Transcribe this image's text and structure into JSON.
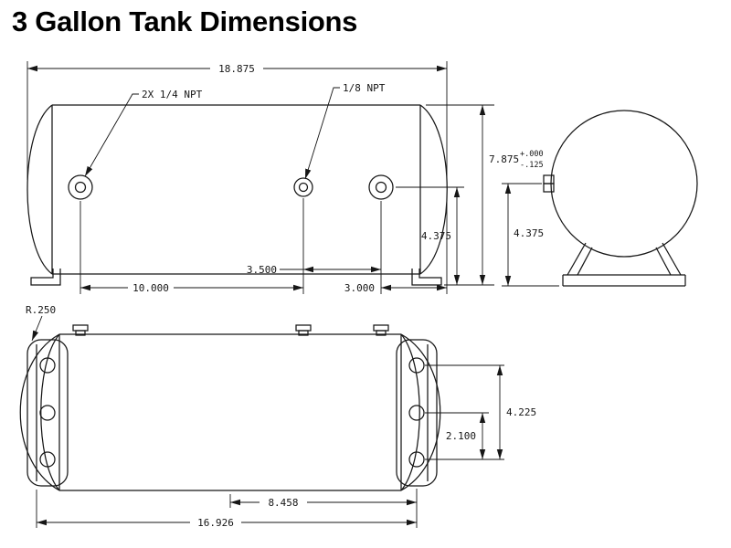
{
  "title": "3 Gallon Tank Dimensions",
  "colors": {
    "line": "#161616",
    "background": "#ffffff"
  },
  "side_view": {
    "callouts": {
      "quarter_npt_ports": "2X 1/4 NPT",
      "eighth_npt_port": "1/8 NPT"
    },
    "dimensions": {
      "overall_length": "18.875",
      "overall_height": "7.875",
      "overall_height_tol_upper": "+.000",
      "overall_height_tol_lower": "-.125",
      "port_centerline_to_base": "4.375",
      "left_port_to_mid_port": "10.000",
      "mid_port_to_right_port": "3.500",
      "right_port_to_tank_end": "3.000"
    }
  },
  "end_view": {
    "dimensions": {
      "centerline_to_base": "4.375"
    }
  },
  "bottom_view": {
    "callouts": {
      "bracket_corner_radius": "R.250"
    },
    "dimensions": {
      "bracket_hole_span": "4.225",
      "center_hole_to_bottom_hole": "2.100",
      "tank_center_to_bracket_holes": "8.458",
      "bracket_hole_line_span": "16.926"
    }
  }
}
